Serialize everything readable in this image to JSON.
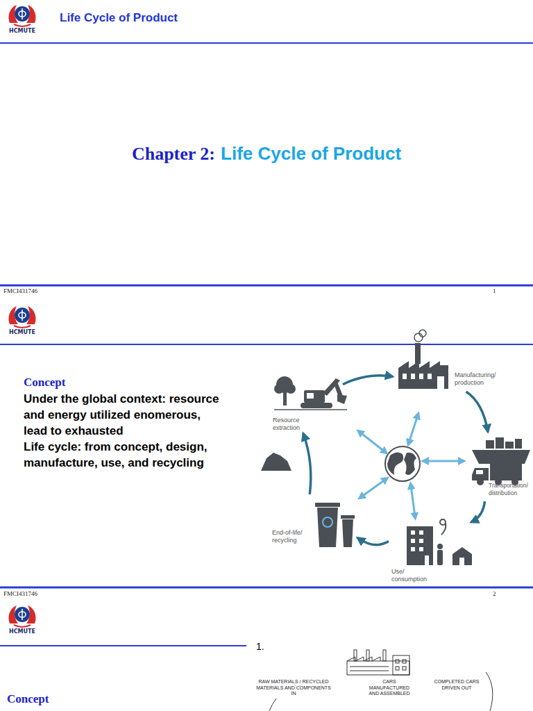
{
  "diagram": {
    "nodes": [
      {
        "text": [
          "Resource extraction"
        ]
      },
      {
        "text": [
          "Manufacturing/ production"
        ]
      },
      {
        "text": [
          "Transportation/ distribution"
        ]
      },
      {
        "text": [
          "Use/ consumption"
        ]
      },
      {
        "text": [
          "End-of-life/ recycling"
        ]
      }
    ],
    "edges": [
      {
        "from": 0,
        "to": 1,
        "arrow": "to"
      },
      {
        "from": 1,
        "to": 2,
        "arrow": "to"
      },
      {
        "from": 2,
        "to": 3,
        "arrow": "to"
      },
      {
        "from": 3,
        "to": 4,
        "arrow": "to"
      },
      {
        "from": 4,
        "to": 0,
        "arrow": "to"
      }
    ],
    "labels": [
      "Life Cycle of Product",
      "HCMUTE",
      "Chapter 2:",
      "Life Cycle of Product",
      "FMCI431746",
      "1",
      "HCMUTE",
      "Concept",
      "Under the global context: resource and energy utilized enomerous, lead to exhausted",
      "Life cycle: from concept, design, manufacture, use, and recycling",
      "FMCI431746",
      "2",
      "HCMUTE",
      "1.",
      "RAW MATERIALS / RECYCLED MATERIALS AND COMPONENTS IN",
      "CARS MANUFACTURED AND ASSEMBLED",
      "COMPLETED CARS DRIVEN OUT",
      "Concept"
    ]
  }
}
